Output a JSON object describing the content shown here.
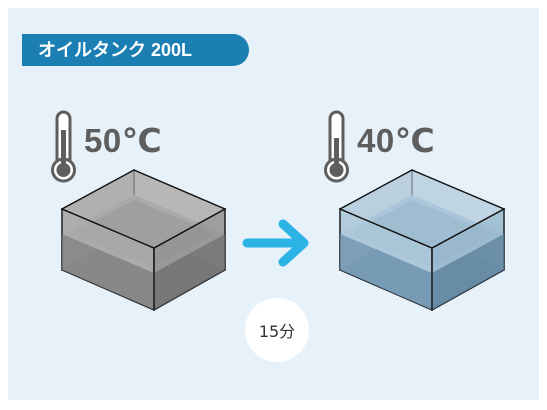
{
  "tank": {
    "label": "オイルタンク 200L"
  },
  "before": {
    "temperature": "50℃",
    "liquid_color": "#6b6b6b"
  },
  "after": {
    "temperature": "40℃",
    "liquid_color": "#5f8fae"
  },
  "transition": {
    "duration": "15分"
  },
  "colors": {
    "panel_bg": "#e6f1fa",
    "badge_bg": "#1b7fb4",
    "arrow": "#2bb3e6",
    "text_dark": "#5e5e5e"
  },
  "icons": {
    "thermometer": "thermometer-icon",
    "arrow": "arrow-right-icon"
  }
}
